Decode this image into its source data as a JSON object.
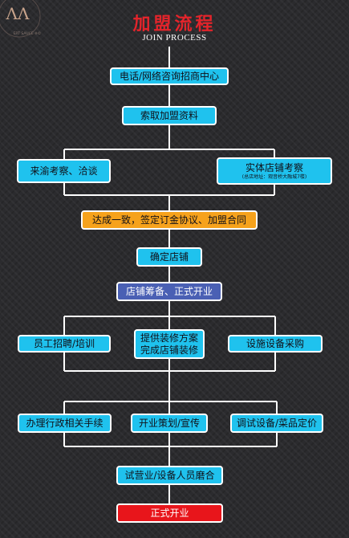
{
  "logo": {
    "mark": "ΛΛ",
    "ring_text": "ERT SAUCE ※©"
  },
  "title": {
    "cn": "加盟流程",
    "en": "JOIN PROCESS"
  },
  "steps": {
    "s1": "电话/网络咨询招商中心",
    "s2": "索取加盟资料",
    "s3a": "来渝考察、洽谈",
    "s3b": "实体店铺考察",
    "s3b_note": "(总店地址：观音桥大融城7楼)",
    "s4": "达成一致，签定订金协议、加盟合同",
    "s5": "确定店铺",
    "s6": "店铺筹备、正式开业",
    "s7a": "员工招聘/培训",
    "s7b_line1": "提供装修方案",
    "s7b_line2": "完成店铺装修",
    "s7c": "设施设备采购",
    "s8a": "办理行政相关手续",
    "s8b": "开业策划/宣传",
    "s8c": "调试设备/菜品定价",
    "s9": "试营业/设备人员磨合",
    "s10": "正式开业"
  },
  "colors": {
    "node": "#1fc2ee",
    "agreement": "#f6a21c",
    "preparation": "#4a60b4",
    "opening": "#e8151b",
    "title": "#e3242b",
    "connector": "#ffffff"
  }
}
